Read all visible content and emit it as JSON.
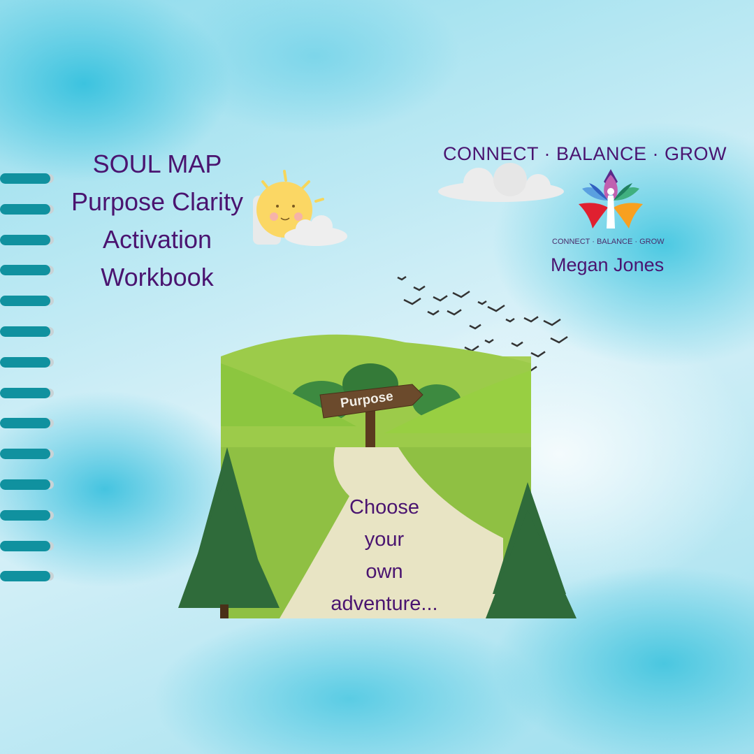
{
  "cover": {
    "title_lines": [
      "SOUL MAP",
      "Purpose Clarity",
      "Activation",
      "Workbook"
    ],
    "tagline": "CONNECT · BALANCE · GROW",
    "logo_tagline": "CONNECT · BALANCE · GROW",
    "author": "Megan Jones",
    "signpost_label": "Purpose",
    "adventure_lines": [
      "Choose",
      "your",
      "own",
      "adventure..."
    ]
  },
  "colors": {
    "text": "#4a1470",
    "spiral": "#10919f",
    "grass": "#8cc63f",
    "path": "#e8e4c4"
  },
  "icons": [
    "spiral-binding-icon",
    "sun-icon",
    "cloud-icon",
    "lotus-logo-icon",
    "birds-icon",
    "tree-icon",
    "signpost-icon"
  ]
}
